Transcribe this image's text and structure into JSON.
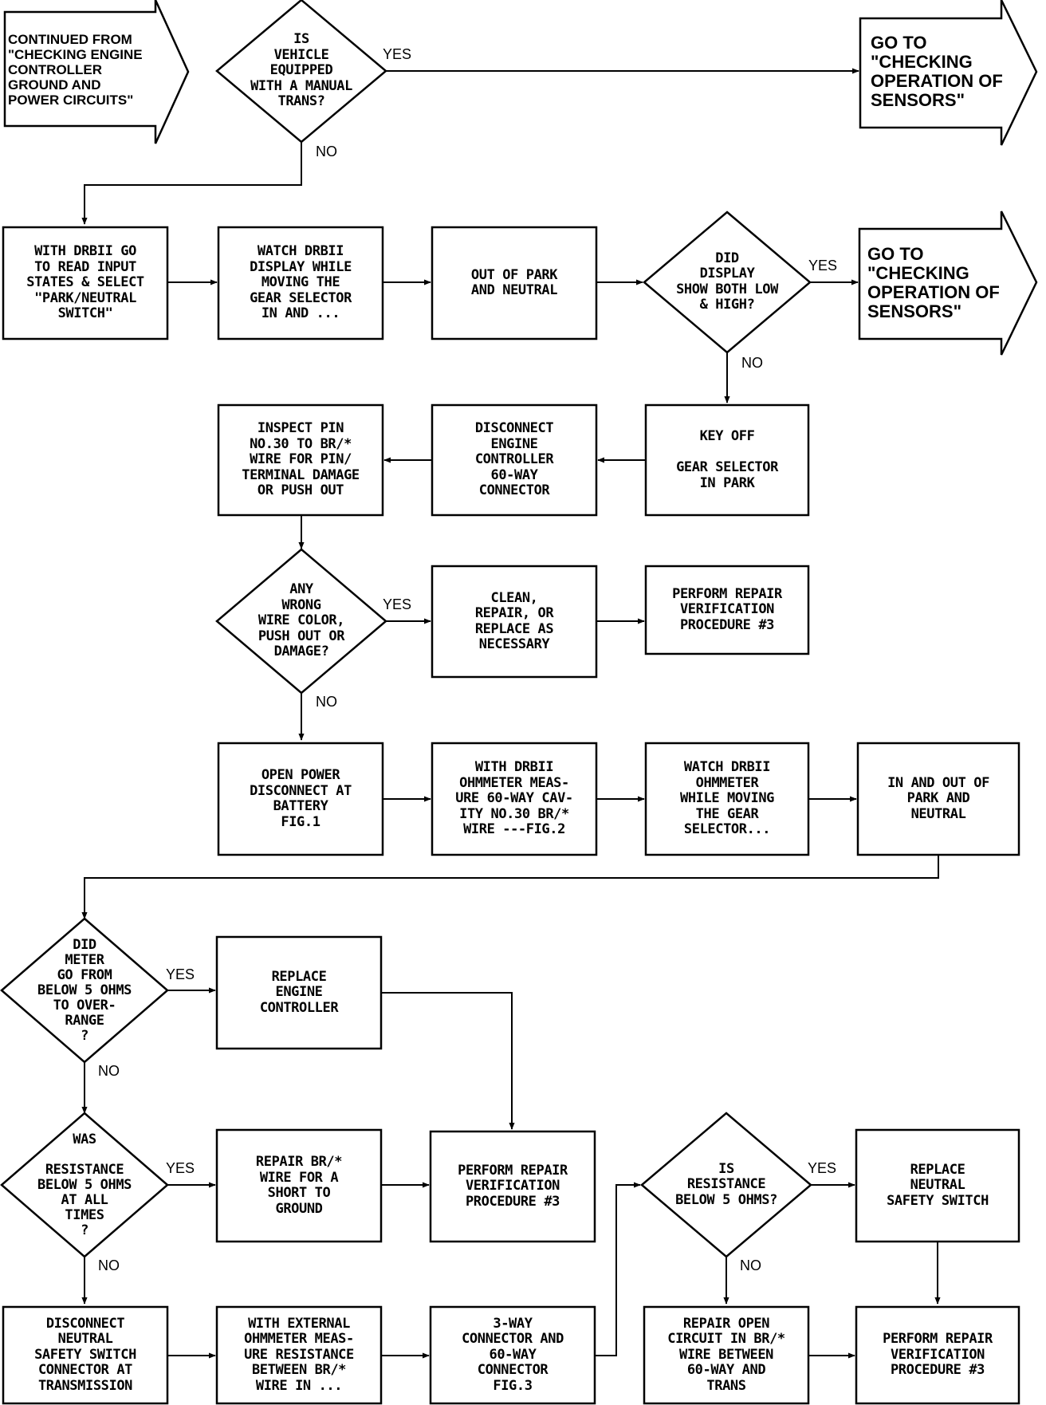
{
  "nodes": {
    "start": "CONTINUED FROM\n\"CHECKING ENGINE\nCONTROLLER\nGROUND AND\nPOWER CIRCUITS\"",
    "q_manual": "IS\nVEHICLE\nEQUIPPED\nWITH A MANUAL\nTRANS?",
    "goto1": "GO TO\n\"CHECKING\nOPERATION OF\nSENSORS\"",
    "drb_read": "WITH DRBII GO\nTO READ INPUT\nSTATES & SELECT\n\"PARK/NEUTRAL\nSWITCH\"",
    "watch_drb": "WATCH DRBII\nDISPLAY WHILE\nMOVING THE\nGEAR SELECTOR\nIN AND ...",
    "out_park": "OUT OF PARK\nAND NEUTRAL",
    "q_display": "DID\nDISPLAY\nSHOW BOTH LOW\n& HIGH?",
    "goto2": "GO TO\n\"CHECKING\nOPERATION OF\nSENSORS\"",
    "key_off": "KEY OFF\n\nGEAR SELECTOR\nIN PARK",
    "disconnect_ec": "DISCONNECT\nENGINE\nCONTROLLER\n60-WAY\nCONNECTOR",
    "inspect_pin": "INSPECT PIN\nNO.30 TO BR/*\nWIRE FOR PIN/\nTERMINAL DAMAGE\nOR PUSH OUT",
    "q_wrong": "ANY\nWRONG\nWIRE COLOR,\nPUSH OUT OR\nDAMAGE?",
    "clean_repair": "CLEAN,\nREPAIR, OR\nREPLACE AS\nNECESSARY",
    "verify1": "PERFORM REPAIR\nVERIFICATION\nPROCEDURE #3",
    "open_power": "OPEN POWER\nDISCONNECT AT\nBATTERY\nFIG.1",
    "ohm_measure": "WITH DRBII\nOHMMETER MEAS-\nURE 60-WAY CAV-\nITY NO.30 BR/*\nWIRE ---FIG.2",
    "watch_ohm": "WATCH DRBII\nOHMMETER\nWHILE MOVING\nTHE GEAR\nSELECTOR...",
    "in_out_park": "IN AND OUT OF\nPARK AND\nNEUTRAL",
    "q_meter": "DID\nMETER\nGO FROM\nBELOW 5 OHMS\nTO OVER-\nRANGE\n?",
    "replace_ec": "REPLACE\nENGINE\nCONTROLLER",
    "q_res_all": "WAS\n\nRESISTANCE\nBELOW 5 OHMS\nAT ALL\nTIMES\n?",
    "repair_short": "REPAIR BR/*\nWIRE FOR A\nSHORT TO\nGROUND",
    "verify2": "PERFORM REPAIR\nVERIFICATION\nPROCEDURE #3",
    "q_res_below": "IS\nRESISTANCE\nBELOW 5 OHMS?",
    "replace_nss": "REPLACE\nNEUTRAL\nSAFETY SWITCH",
    "disconnect_nss": "DISCONNECT\nNEUTRAL\nSAFETY SWITCH\nCONNECTOR AT\nTRANSMISSION",
    "ext_ohm": "WITH EXTERNAL\nOHMMETER MEAS-\nURE RESISTANCE\nBETWEEN BR/*\nWIRE IN ...",
    "conn_3way": "3-WAY\nCONNECTOR AND\n60-WAY\nCONNECTOR\nFIG.3",
    "repair_open": "REPAIR OPEN\nCIRCUIT IN BR/*\nWIRE BETWEEN\n60-WAY AND\nTRANS",
    "verify3": "PERFORM REPAIR\nVERIFICATION\nPROCEDURE #3"
  },
  "labels": {
    "yes1": "YES",
    "no1": "NO",
    "yes2": "YES",
    "no2": "NO",
    "yes3": "YES",
    "no3": "NO",
    "yes4": "YES",
    "no4": "NO",
    "yes5": "YES",
    "no5": "NO",
    "yes6": "YES",
    "no6": "NO"
  }
}
